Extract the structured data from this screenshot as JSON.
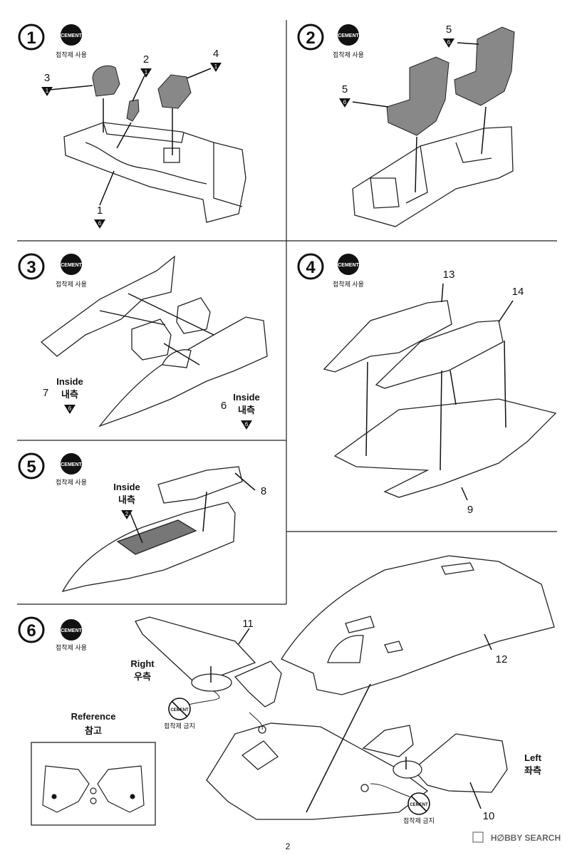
{
  "page_number": "2",
  "watermark": "H∅BBY SEARCH",
  "cement": "CEMENT",
  "cement_use": "접착제 사용",
  "cement_no": "접착제 금지",
  "steps": [
    {
      "num": "1",
      "parts": [
        {
          "n": "3",
          "sprue": "1"
        },
        {
          "n": "2",
          "sprue": "1"
        },
        {
          "n": "4",
          "sprue": "1"
        },
        {
          "n": "1",
          "sprue": "6"
        }
      ]
    },
    {
      "num": "2",
      "parts": [
        {
          "n": "5",
          "sprue": "6"
        },
        {
          "n": "5",
          "sprue": "6"
        }
      ]
    },
    {
      "num": "3",
      "parts": [
        {
          "n": "7",
          "sprue": "6",
          "note_en": "Inside",
          "note_ko": "내측"
        },
        {
          "n": "6",
          "sprue": "6",
          "note_en": "Inside",
          "note_ko": "내측"
        }
      ]
    },
    {
      "num": "4",
      "parts": [
        {
          "n": "13"
        },
        {
          "n": "14"
        },
        {
          "n": "9"
        }
      ]
    },
    {
      "num": "5",
      "parts": [
        {
          "n": "8"
        },
        {
          "sprue": "2",
          "note_en": "Inside",
          "note_ko": "내측"
        }
      ]
    },
    {
      "num": "6",
      "parts": [
        {
          "n": "11"
        },
        {
          "n": "12"
        },
        {
          "n": "10"
        }
      ],
      "right_en": "Right",
      "right_ko": "우측",
      "left_en": "Left",
      "left_ko": "좌측",
      "ref_en": "Reference",
      "ref_ko": "참고"
    }
  ]
}
